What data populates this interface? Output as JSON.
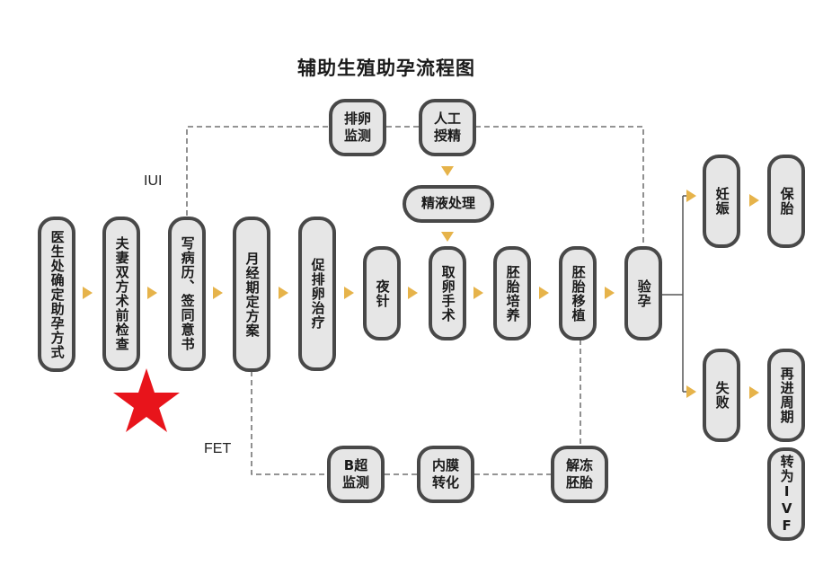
{
  "title": "辅助生殖助孕流程图",
  "labels": {
    "iui": "IUI",
    "fet": "FET"
  },
  "colors": {
    "arrow": "#e6b34a",
    "star": "#e8141b",
    "border": "#484848",
    "fill": "#e6e6e6"
  },
  "main_steps": {
    "s1": "医生处确定助孕方式",
    "s2": "夫妻双方术前检查",
    "s3": "写病历、签同意书",
    "s4": "月经期定方案",
    "s5": "促排卵治疗",
    "s6": "夜针",
    "s7": "取卵手术",
    "s8": "胚胎培养",
    "s9": "胚胎移植",
    "s10": "验孕"
  },
  "iui_steps": {
    "monitor": "排卵\n监测",
    "insem": "人工\n授精"
  },
  "sperm": "精液处理",
  "fet_steps": {
    "bus": "B超\n监测",
    "endo": "内膜\n转化",
    "thaw": "解冻\n胚胎"
  },
  "outcomes": {
    "pregnant": "妊娠",
    "protect": "保胎",
    "fail": "失败",
    "retry": "再进周期",
    "ivf": "转为IVF"
  }
}
